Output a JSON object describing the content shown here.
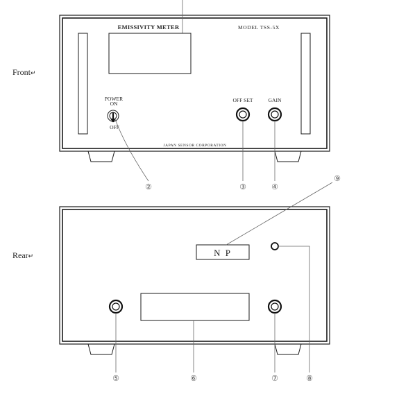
{
  "views": {
    "front_label": "Front",
    "rear_label": "Rear",
    "return_mark": "↵"
  },
  "front_panel": {
    "title": "EMISSIVITY METER",
    "model": "MODEL TSS-5X",
    "power_label_top": "POWER",
    "power_on_label": "ON",
    "power_off_label": "OFF",
    "offset_label": "OFF SET",
    "gain_label": "GAIN",
    "maker": "JAPAN SENSOR CORPORATION"
  },
  "rear_panel": {
    "nameplate_text": "N P"
  },
  "callouts": {
    "c2": "②",
    "c3": "③",
    "c4": "④",
    "c5": "⑤",
    "c6": "⑥",
    "c7": "⑦",
    "c8": "⑧",
    "c9": "⑨"
  }
}
